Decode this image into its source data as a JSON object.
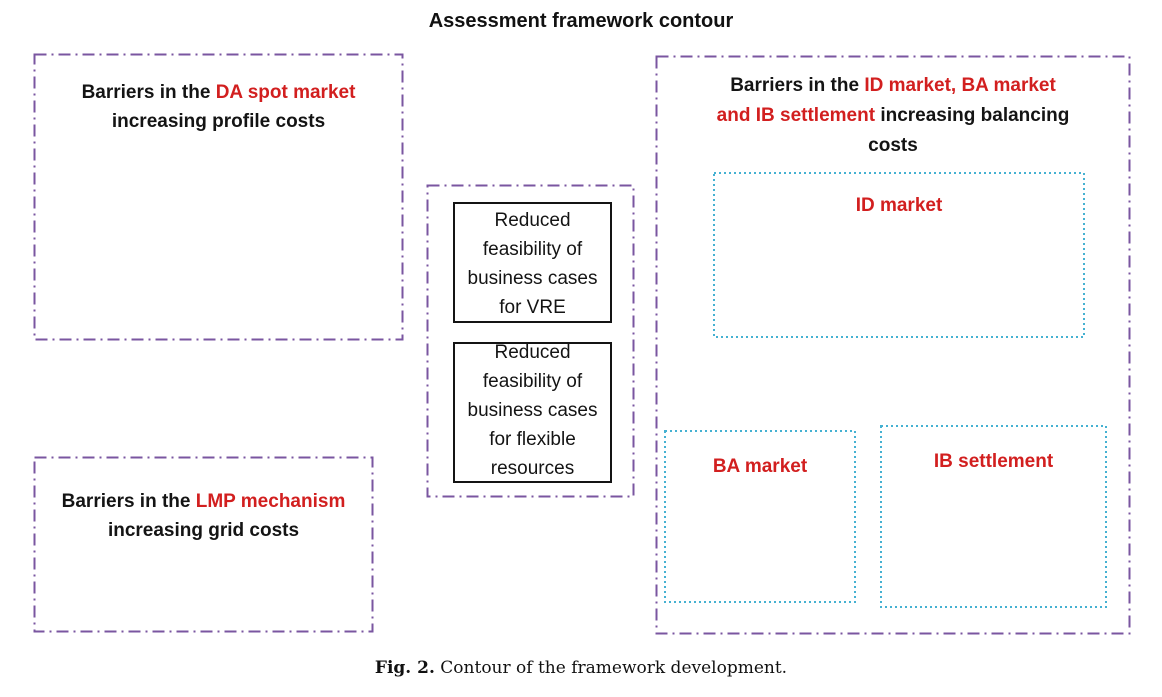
{
  "title": "Assessment framework contour",
  "caption": {
    "label": "Fig. 2.",
    "text": " Contour of the framework development."
  },
  "colors": {
    "purple_dash_border": "#7a56a0",
    "cyan_dot_border": "#45b1d2",
    "red_highlight_text": "#d21f1f",
    "black_text": "#141414"
  },
  "left_top_box": {
    "black1": "Barriers in the ",
    "red1": "DA spot market",
    "line2": "increasing profile costs"
  },
  "left_bottom_box": {
    "black1": "Barriers in the ",
    "red1": "LMP mechanism",
    "line2": "increasing grid costs"
  },
  "middle_boxes": {
    "vre_lines": [
      "Reduced",
      "feasibility of",
      "business cases",
      "for VRE"
    ],
    "flexible_lines": [
      "Reduced",
      "feasibility of",
      "business cases",
      "for flexible",
      "resources"
    ]
  },
  "right_box": {
    "black1": "Barriers in the ",
    "red1": "ID market, BA market",
    "red2": "and IB settlement",
    "black2": " increasing balancing",
    "line3": "costs",
    "id_market_label": "ID market",
    "ba_market_label": "BA market",
    "ib_settlement_label": "IB settlement"
  }
}
